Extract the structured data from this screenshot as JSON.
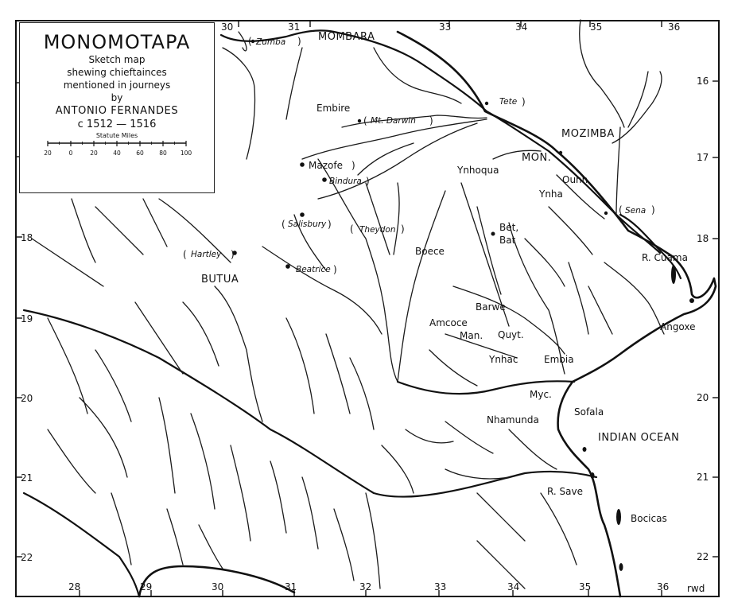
{
  "legend": {
    "title": "MONOMOTAPA",
    "line1": "Sketch map",
    "line2": "shewing chieftainces",
    "line3": "mentioned in journeys",
    "line4": "by",
    "author": "ANTONIO FERNANDES",
    "dates": "c 1512 — 1516",
    "scale_title": "Statute Miles",
    "scale_ticks": [
      "20",
      "0",
      "20",
      "40",
      "60",
      "80",
      "100"
    ]
  },
  "coordinates": {
    "top_longitudes": [
      "30",
      "31",
      "33",
      "34",
      "35",
      "36"
    ],
    "bottom_longitudes": [
      "28",
      "29",
      "30",
      "31",
      "32",
      "33",
      "34",
      "35",
      "36"
    ],
    "left_latitudes": [
      "16",
      "17",
      "18",
      "19",
      "20",
      "21",
      "22"
    ],
    "right_latitudes": [
      "16",
      "17",
      "18",
      "20",
      "21",
      "22"
    ]
  },
  "regions": {
    "mombara": "MOMBARA",
    "mozimba": "MOZIMBA",
    "butua": "BUTUA",
    "mon": "MON.",
    "indian_ocean": "INDIAN OCEAN"
  },
  "chieftaincies": {
    "embire": "Embire",
    "mazofe": "Mazofe",
    "ynhoqua": "Ynhoqua",
    "ynha": "Ynha",
    "ounh": "Ounh",
    "bet": "Bet,",
    "bat": "Bat",
    "boece": "Boece",
    "barwe": "Barwe",
    "amcoce": "Amcoce",
    "man": "Man.",
    "quyt": "Quyt.",
    "ynhac": "Ynhac",
    "embia": "Embia",
    "myc": "Myc.",
    "sofala": "Sofala",
    "nhamunda": "Nhamunda",
    "r_save": "R. Save",
    "r_cuama": "R. Cuama",
    "angoxe": "Angoxe",
    "bocicas": "Bocicas"
  },
  "modern_places": {
    "zumba": "Zumba",
    "tete": "Tete",
    "mt_darwin": "Mt. Darwin",
    "bindura": "Bindura",
    "salisbury": "Salisbury",
    "theydon": "Theydon",
    "hartley": "Hartley",
    "beatrice": "Beatrice",
    "sena": "Sena"
  },
  "signature": "rwd"
}
